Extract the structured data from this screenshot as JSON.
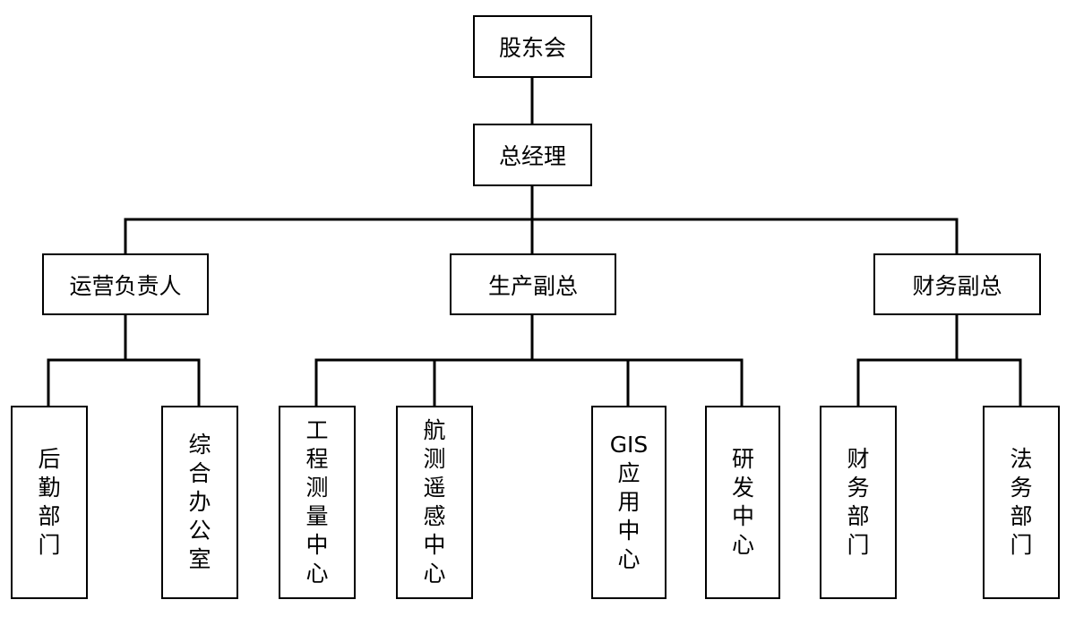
{
  "chart": {
    "root": {
      "label": "股东会"
    },
    "general_manager": {
      "label": "总经理"
    },
    "branches": [
      {
        "label": "运营负责人",
        "children": [
          {
            "label": "后勤部门"
          },
          {
            "label": "综合办公室"
          }
        ]
      },
      {
        "label": "生产副总",
        "children": [
          {
            "label": "工程测量中心"
          },
          {
            "label": "航测遥感中心"
          },
          {
            "label": "GIS应用中心"
          },
          {
            "label": "研发中心"
          }
        ]
      },
      {
        "label": "财务副总",
        "children": [
          {
            "label": "财务部门"
          },
          {
            "label": "法务部门"
          }
        ]
      }
    ]
  },
  "colors": {
    "line": "#000000",
    "border": "#000000",
    "background": "#ffffff"
  }
}
